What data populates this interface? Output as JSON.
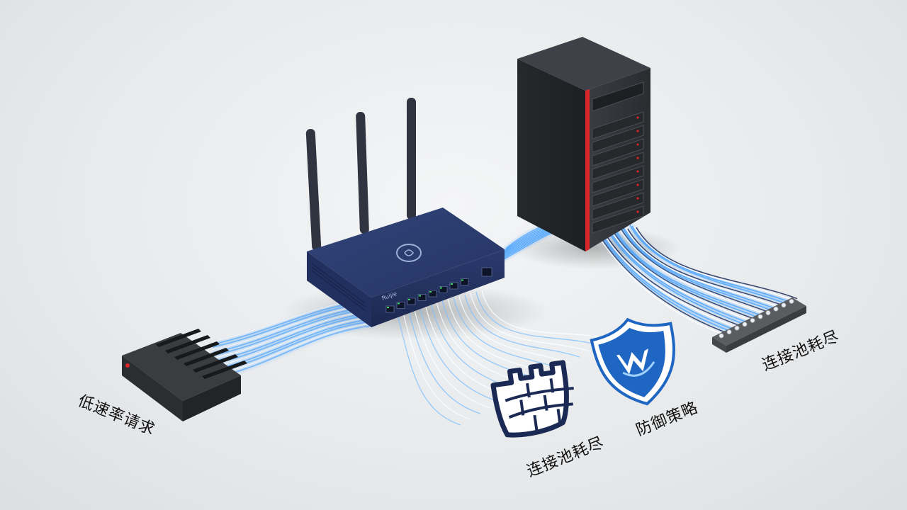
{
  "labels": {
    "low_rate_request": "低速率请求",
    "pool_exhaustion_center": "连接池耗尽",
    "defense_strategy": "防御策略",
    "pool_exhaustion_right": "连接池耗尽"
  },
  "router": {
    "brand_text": "Ruijie"
  },
  "icons": {
    "firewall": "castle-wall-icon",
    "shield": "shield-w-icon"
  },
  "colors": {
    "router_body": "#2a3a6b",
    "server_body": "#2b2d31",
    "server_accent": "#d9262a",
    "cable_glow": "#4aa3ff",
    "shield_blue": "#1f66c2",
    "wall_navy": "#1b2a55"
  }
}
